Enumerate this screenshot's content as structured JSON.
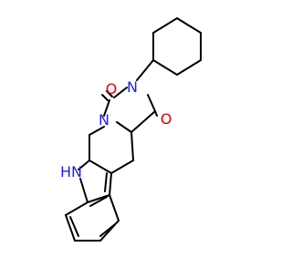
{
  "molecule": {
    "atom_labels": {
      "N_amide_top": "N",
      "N_ring": "N",
      "NH": "H",
      "NH_N": "N",
      "O_top": "O",
      "O_right": "O"
    },
    "colors": {
      "nitrogen": "#1f1fe8",
      "oxygen": "#e00000",
      "bond": "#000000",
      "background": "#ffffff"
    }
  }
}
